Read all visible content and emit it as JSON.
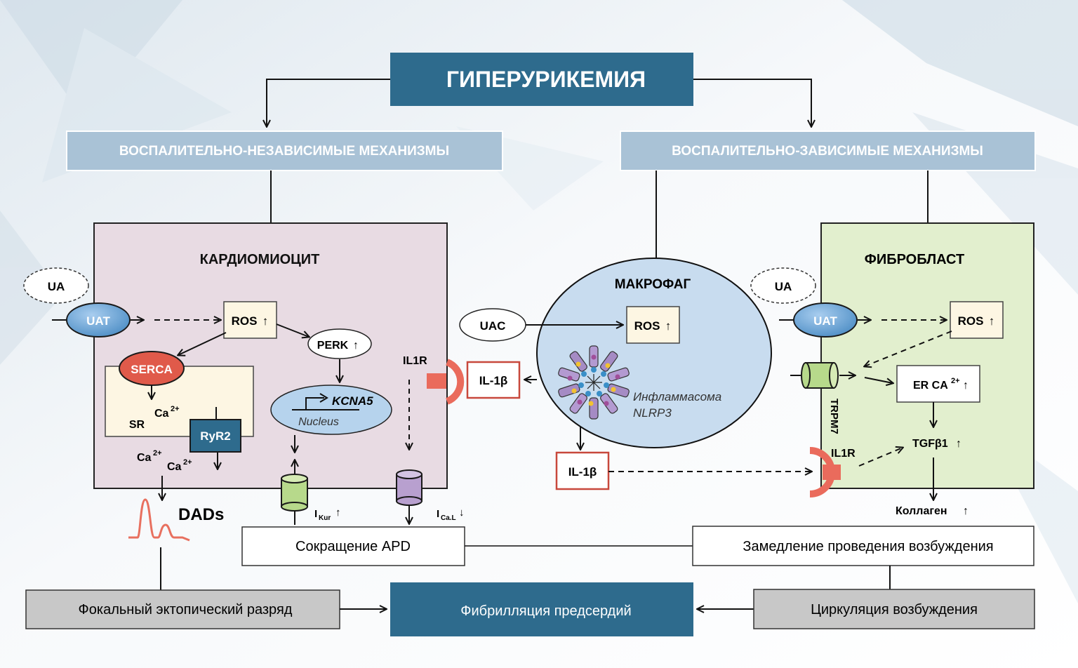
{
  "top": {
    "title": "ГИПЕРУРИКЕМИЯ"
  },
  "branches": {
    "left": "ВОСПАЛИТЕЛЬНО-НЕЗАВИСИМЫЕ МЕХАНИЗМЫ",
    "right": "ВОСПАЛИТЕЛЬНО-ЗАВИСИМЫЕ МЕХАНИЗМЫ"
  },
  "cardiomyocyte": {
    "title": "КАРДИОМИОЦИТ",
    "ua": "UA",
    "uat": "UAT",
    "ros": "ROS",
    "perk": "PERK",
    "serca": "SERCA",
    "sr": "SR",
    "ca": "Ca",
    "ca_sup": "2+",
    "ryr2": "RyR2",
    "kcna5": "KCNA5",
    "nucleus": "Nucleus",
    "il1r": "IL1R",
    "il1b": "IL-1β",
    "ikur": "I",
    "ikur_sub": "Kur",
    "ical": "I",
    "ical_sub": "Ca.L",
    "up": "↑",
    "down": "↓",
    "dads": "DADs"
  },
  "macrophage": {
    "title": "МАКРОФАГ",
    "uac": "UAC",
    "ros": "ROS",
    "inflammasome_line1": "Инфламмасома",
    "inflammasome_line2": "NLRP3",
    "il1b": "IL-1β"
  },
  "fibroblast": {
    "title": "ФИБРОБЛАСТ",
    "ua": "UA",
    "uat": "UAT",
    "ros": "ROS",
    "er_ca": "ER CA",
    "er_sup": "2+",
    "trpm7": "TRPM7",
    "il1r": "IL1R",
    "tgfb1": "TGFβ1",
    "collagen": "Коллаген",
    "up": "↑"
  },
  "bottom": {
    "apd": "Сокращение APD",
    "conduction": "Замедление проведения возбуждения",
    "focal": "Фокальный эктопический разряд",
    "af": "Фибрилляция предсердий",
    "reentry": "Циркуляция возбуждения"
  },
  "colors": {
    "dark_blue": "#2e6b8d",
    "light_blue_box": "#a9c2d6",
    "cardio_bg": "#e8dbe3",
    "fibro_bg": "#e2efce",
    "macro_bg": "#c8dcef",
    "serca": "#e05a4a",
    "receptor": "#ea6b5c",
    "uat": "#6fa6d6",
    "channel_green": "#b7d98b",
    "channel_purple": "#b8a0cf",
    "grey_box": "#c8c8c8",
    "yellow_box": "#fdf6e3"
  }
}
